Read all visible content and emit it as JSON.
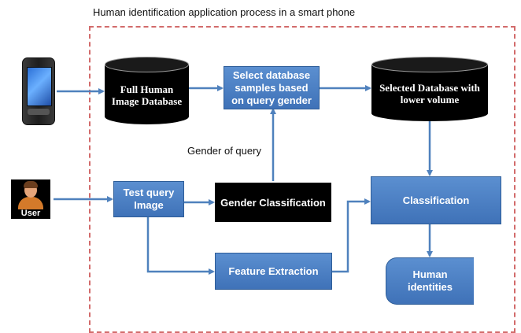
{
  "title": "Human identification application process in a smart phone",
  "nodes": {
    "full_db": "Full Human Image Database",
    "select_samples": "Select database samples based on query gender",
    "selected_db": "Selected Database with lower volume",
    "test_query": "Test query Image",
    "gender_class": "Gender Classification",
    "feature_extraction": "Feature Extraction",
    "classification": "Classification",
    "human_identities": "Human identities"
  },
  "labels": {
    "gender_of_query": "Gender of query",
    "user": "User"
  },
  "icons": {
    "phone": "smartphone-icon",
    "user": "user-avatar-icon"
  },
  "colors": {
    "box_blue": "#4f81bd",
    "arrow_blue": "#4f81bd",
    "boundary_red": "#d26b6b",
    "database_black": "#000000"
  }
}
